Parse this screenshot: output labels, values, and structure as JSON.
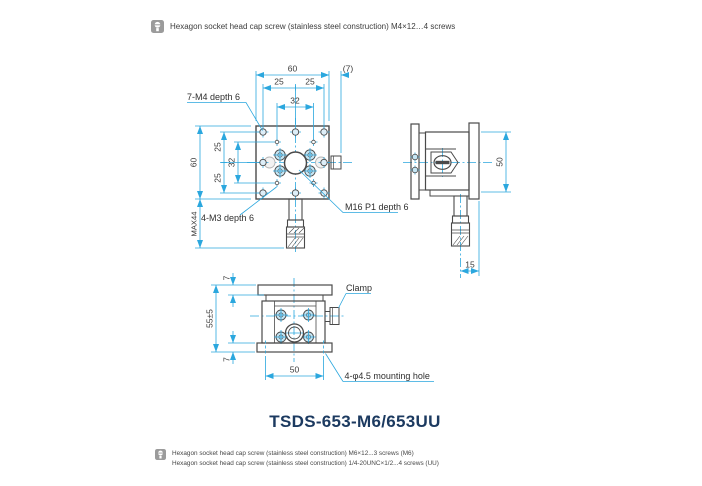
{
  "note_top": {
    "icon": "screw-icon",
    "text": "Hexagon socket head cap screw (stainless steel construction) M4×12…4 screws"
  },
  "title": "TSDS-653-M6/653UU",
  "footer_notes": {
    "line1": "Hexagon socket head cap screw (stainless steel construction) M6×12...3 screws (M6)",
    "line2": "Hexagon socket head cap screw (stainless steel construction) 1/4-20UNC×1/2...4 screws (UU)"
  },
  "front_view": {
    "dim_width_top": "60",
    "dim_knob_offset": "(7)",
    "dim_hole_left": "25",
    "dim_hole_right": "25",
    "dim_inner_top": "32",
    "dim_height_left": "60",
    "dim_hole_upper": "25",
    "dim_inner_left": "32",
    "dim_hole_lower": "25",
    "dim_max_height": "MAX44",
    "label_m4": "7-M4 depth 6",
    "label_m3": "4-M3 depth 6",
    "label_m16": "M16 P1 depth 6"
  },
  "side_view": {
    "dim_height": "50",
    "dim_offset": "15"
  },
  "bottom_view": {
    "dim_top_plate": "7",
    "dim_base_plate": "7",
    "dim_height": "55±5",
    "dim_width": "50",
    "label_clamp": "Clamp",
    "label_mounting": "4-φ4.5 mounting hole"
  },
  "colors": {
    "dimension_line": "#2ba7de",
    "outline": "#4a4a4a",
    "title_text": "#1c3a60",
    "screw_fill": "#c5e6f4",
    "icon_gray": "#9b9b9b"
  }
}
